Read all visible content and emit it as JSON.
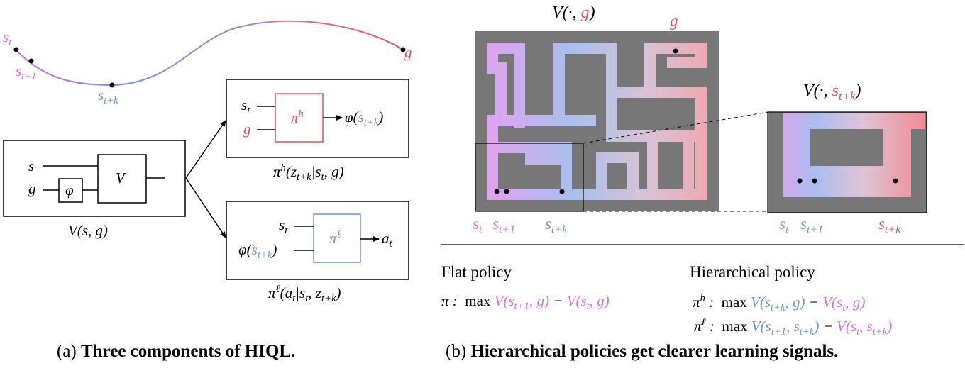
{
  "captions": {
    "left_prefix": "(a)",
    "left_bold": "Three components of HIQL.",
    "right_prefix": "(b)",
    "right_bold": "Hierarchical policies get clearer learning signals."
  },
  "panel_a": {
    "trajectory_labels": {
      "s": "s",
      "t": "t",
      "t1": "t+1",
      "tk": "t+k",
      "g": "g"
    },
    "value_box": {
      "input_s": "s",
      "input_g": "g",
      "phi": "φ",
      "V": "V",
      "caption": "V(s, g)"
    },
    "high_policy": {
      "in1": "s",
      "in1_sub": "t",
      "in2": "g",
      "block": "π",
      "block_sup": "h",
      "out": "φ(",
      "out_sub": "t+k",
      "caption_pi": "π",
      "caption_sup": "h",
      "caption_rest": "(z",
      "caption_sub1": "t+k",
      "caption_mid": "|s",
      "caption_sub2": "t",
      "caption_end": ", g)"
    },
    "low_policy": {
      "in1": "s",
      "in1_sub": "t",
      "in2": "φ(",
      "in2_sub": "t+k",
      "block": "π",
      "block_sup": "ℓ",
      "out": "a",
      "out_sub": "t",
      "caption_pi": "π",
      "caption_sup": "ℓ",
      "caption_rest": "(a",
      "caption_sub1": "t",
      "caption_mid": "|s",
      "caption_sub2": "t",
      "caption_mid2": ", z",
      "caption_sub3": "t+k",
      "caption_end": ")"
    }
  },
  "panel_b": {
    "maze_title": "V(·, ",
    "maze_title_g": "g",
    "zoom_title": "V(·, ",
    "zoom_title_sub": "t+k",
    "goal_label": "g",
    "maze_labels": {
      "st": "t",
      "st1": "t+1",
      "stk": "t+k"
    },
    "zoom_labels": {
      "st": "t",
      "st1": "t+1",
      "stk": "t+k"
    },
    "flat": {
      "heading": "Flat policy",
      "pi": "π :",
      "max": "max"
    },
    "hier": {
      "heading": "Hierarchical policy",
      "max": "max"
    }
  },
  "colors": {
    "pink": "#d86fe6",
    "blue": "#6d93d6",
    "red": "#e0505b",
    "wall": "#777777"
  }
}
